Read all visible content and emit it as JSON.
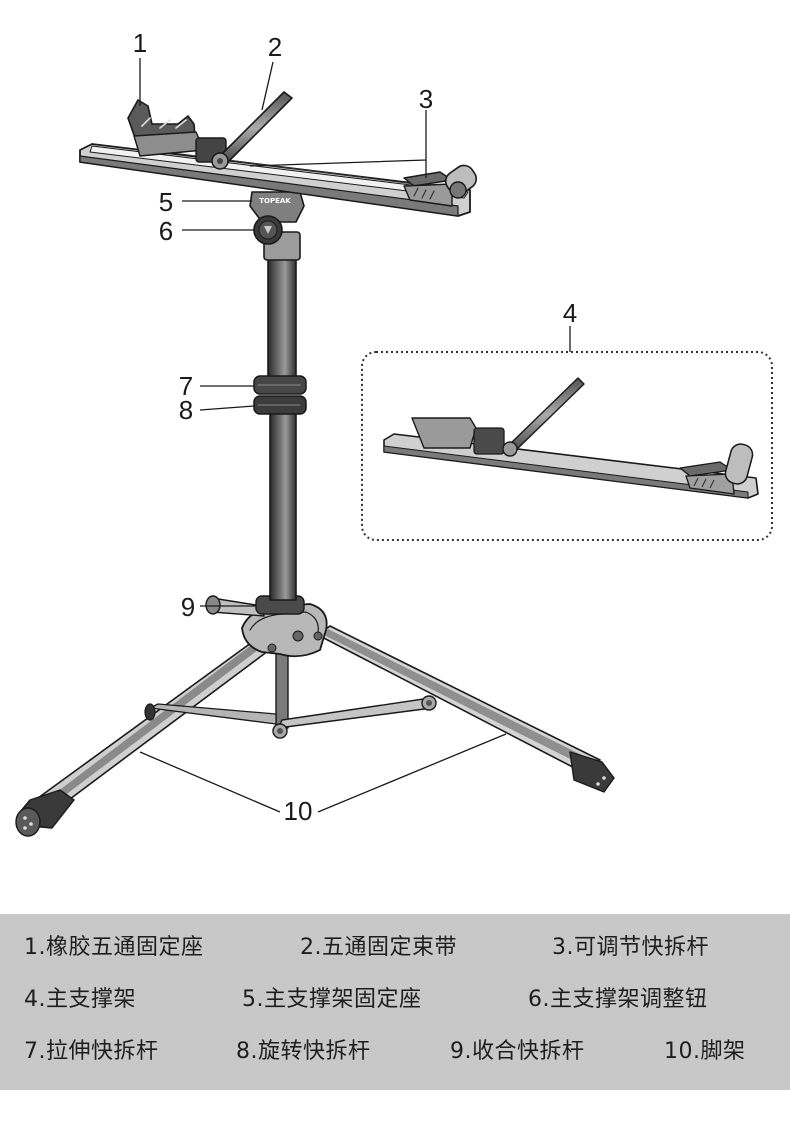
{
  "callouts": [
    "1",
    "2",
    "3",
    "4",
    "5",
    "6",
    "7",
    "8",
    "9",
    "10"
  ],
  "brand_mark": "TOPEAK",
  "legend": [
    [
      "1.橡胶五通固定座",
      "2.五通固定束带",
      "3.可调节快拆杆"
    ],
    [
      "4.主支撑架",
      "5.主支撑架固定座",
      "6.主支撑架调整钮"
    ],
    [
      "7.拉伸快拆杆",
      "8.旋转快拆杆",
      "9.收合快拆杆",
      "10.脚架"
    ]
  ],
  "colors": {
    "legend_bg": "#c8c8c8",
    "line": "#1a1a1a",
    "metal_dark": "#3a3a3a"
  }
}
